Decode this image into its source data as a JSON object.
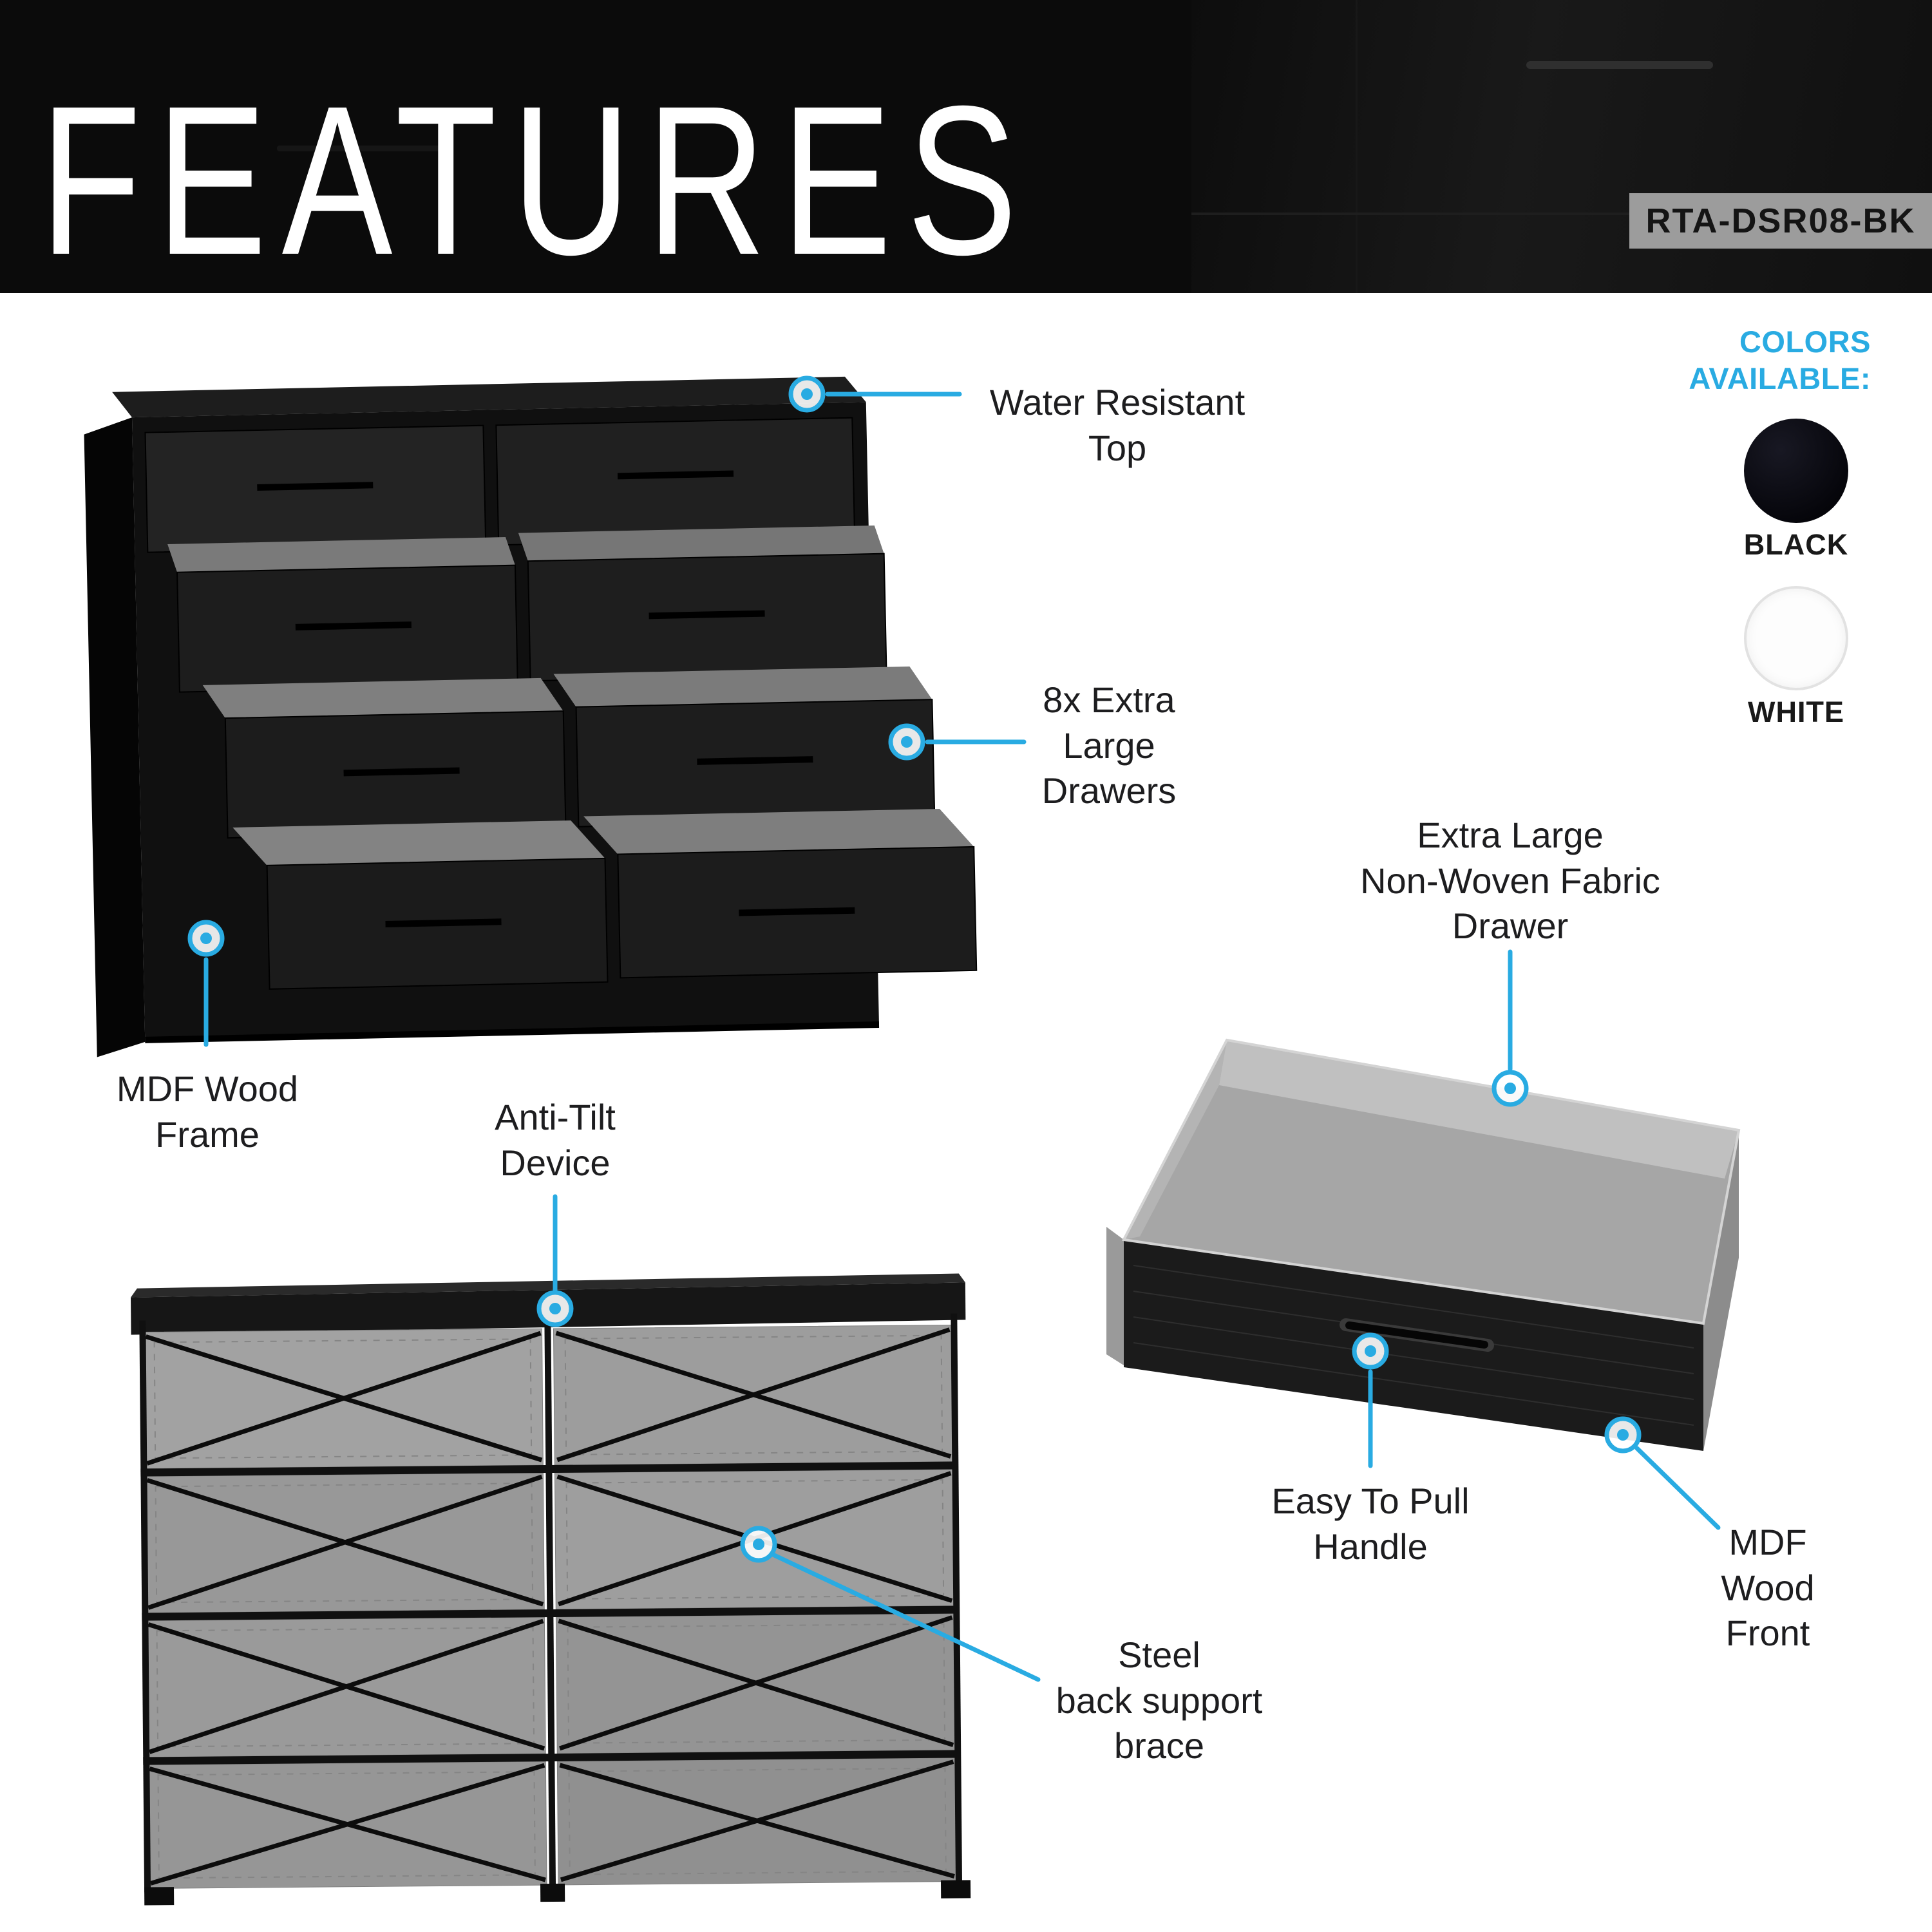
{
  "header": {
    "title": "FEATURES",
    "model": "RTA-DSR08-BK"
  },
  "accent_color": "#29ABE2",
  "colors_available": {
    "heading": "COLORS\nAVAILABLE:",
    "swatches": [
      {
        "label": "BLACK",
        "hex": "#0a0a12"
      },
      {
        "label": "WHITE",
        "hex": "#ffffff"
      }
    ]
  },
  "callouts": {
    "water_top": "Water Resistant\nTop",
    "drawers": "8x Extra\nLarge\nDrawers",
    "mdf_frame": "MDF Wood\nFrame",
    "anti_tilt": "Anti-Tilt\nDevice",
    "steel_brace": "Steel\nback support\nbrace",
    "fabric_drawer": "Extra Large\nNon-Woven Fabric\nDrawer",
    "pull_handle": "Easy To Pull\nHandle",
    "mdf_front": "MDF\nWood Front"
  }
}
